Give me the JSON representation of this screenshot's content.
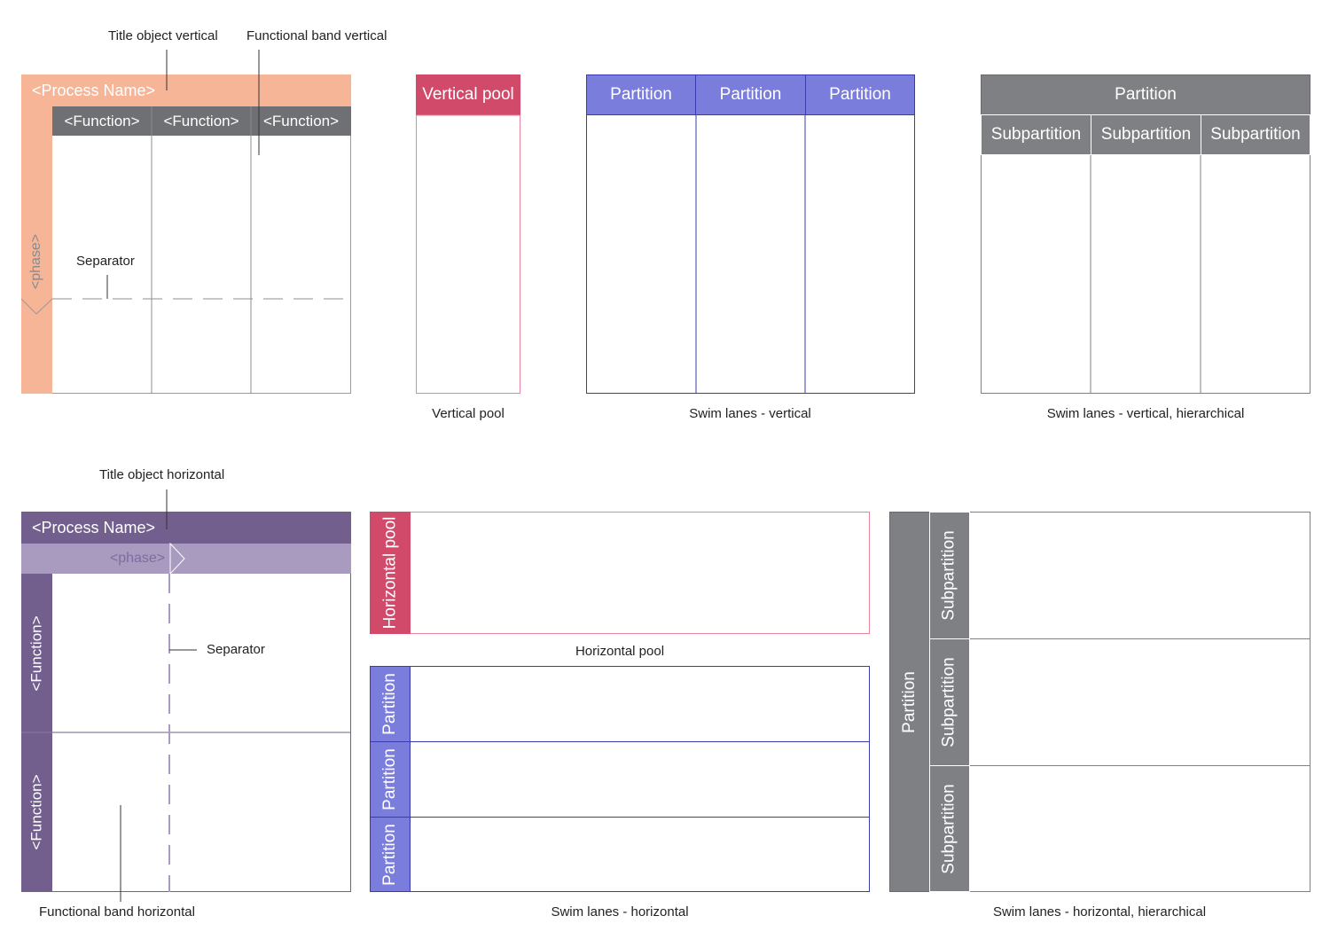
{
  "colors": {
    "salmon": "#f6b596",
    "gray_dark": "#6f7073",
    "gray_header": "#7e8083",
    "rose": "#d14a6a",
    "rose_border": "#e8859c",
    "blue_violet": "#7b7ddd",
    "blue_border": "#3b3bb0",
    "purple": "#725f8e",
    "purple_light": "#a99ac0"
  },
  "vertical_title_block": {
    "title_callout": "Title object vertical",
    "band_callout": "Functional band vertical",
    "process_name": "<Process Name>",
    "functions": [
      "<Function>",
      "<Function>",
      "<Function>"
    ],
    "phase": "<phase>",
    "separator_callout": "Separator"
  },
  "vertical_pool": {
    "header": "Vertical pool",
    "caption": "Vertical pool"
  },
  "swim_vertical": {
    "partitions": [
      "Partition",
      "Partition",
      "Partition"
    ],
    "caption": "Swim lanes - vertical"
  },
  "swim_vertical_hier": {
    "partition": "Partition",
    "subpartitions": [
      "Subpartition",
      "Subpartition",
      "Subpartition"
    ],
    "caption": "Swim lanes - vertical, hierarchical"
  },
  "horizontal_title_block": {
    "title_callout": "Title object horizontal",
    "process_name": "<Process Name>",
    "phase": "<phase>",
    "functions": [
      "<Function>",
      "<Function>"
    ],
    "separator_callout": "Separator",
    "band_callout": "Functional band horizontal"
  },
  "horizontal_pool": {
    "header": "Horizontal pool",
    "caption": "Horizontal pool"
  },
  "swim_horizontal": {
    "partitions": [
      "Partition",
      "Partition",
      "Partition"
    ],
    "caption": "Swim lanes - horizontal"
  },
  "swim_horizontal_hier": {
    "partition": "Partition",
    "subpartitions": [
      "Subpartition",
      "Subpartition",
      "Subpartition"
    ],
    "caption": "Swim lanes - horizontal, hierarchical"
  }
}
